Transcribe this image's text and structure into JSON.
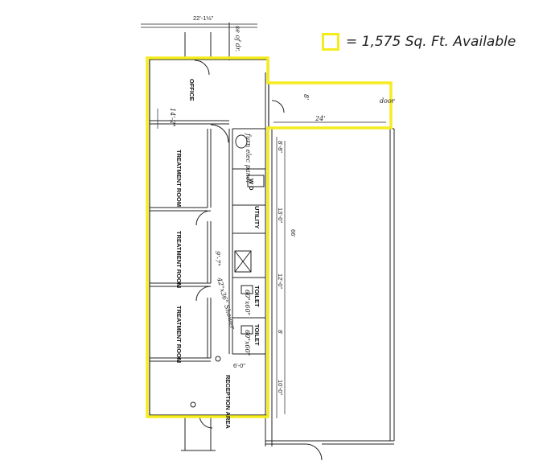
{
  "legend": {
    "text": "= 1,575 Sq. Ft. Available",
    "color": "#f5ec20"
  },
  "rooms": {
    "office": "OFFICE",
    "treatment_room": "TREATMENT\nROOM",
    "utility": "UTILITY",
    "toilet": "TOILET",
    "reception": "RECEPTION\nAREA",
    "wd": "W D"
  },
  "dimensions": {
    "top_width": "22'-1½\"",
    "corridor_width": "24'",
    "corridor_depth": "8'",
    "door": "door",
    "office_depth": "14'-2\"",
    "total_length": "66'",
    "seg1": "8'-8\"",
    "seg2": "13'-0\"",
    "seg3": "12'-0\"",
    "seg4": "8'",
    "seg5": "10'-0\"",
    "reception_width": "6'-0\"",
    "top_right_note": "se of dr."
  },
  "notes": {
    "furnace": "furn\nelec\npanel",
    "shower": "42\"x36\" Shower",
    "toilet_size": "60\"x60\"",
    "ref": "9'-7\""
  }
}
